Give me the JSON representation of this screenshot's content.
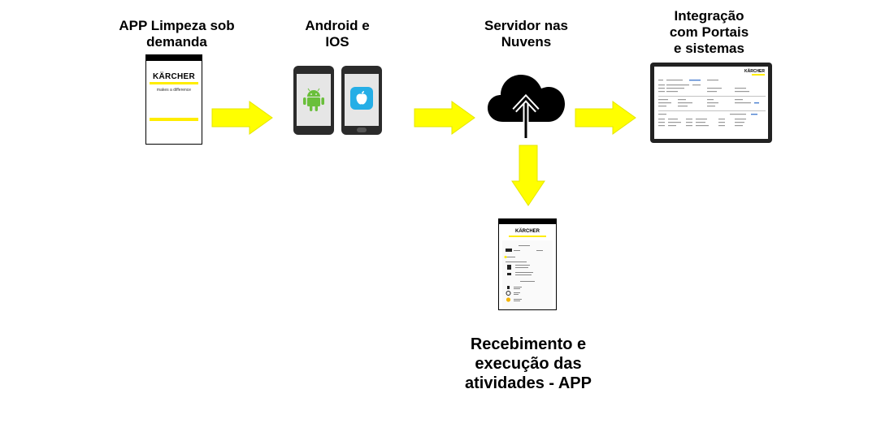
{
  "steps": {
    "app": {
      "title": "APP Limpeza sob demanda",
      "line1": "APP Limpeza sob",
      "line2": "demanda"
    },
    "platform": {
      "line1": "Android e",
      "line2": "IOS"
    },
    "cloud": {
      "line1": "Servidor nas",
      "line2": "Nuvens"
    },
    "integration": {
      "line1": "Integração",
      "line2": "com Portais",
      "line3": "e sistemas"
    },
    "execution": {
      "line1": "Recebimento e",
      "line2": "execução das",
      "line3": "atividades - APP"
    }
  },
  "brand": {
    "logo": "KÄRCHER",
    "tagline": "makes a difference"
  },
  "colors": {
    "arrow": "#ffff00",
    "brand_yellow": "#ffed00"
  },
  "icons": [
    "android-icon",
    "apple-icon",
    "cloud-upload-icon",
    "arrow-right-icon",
    "arrow-down-icon"
  ]
}
